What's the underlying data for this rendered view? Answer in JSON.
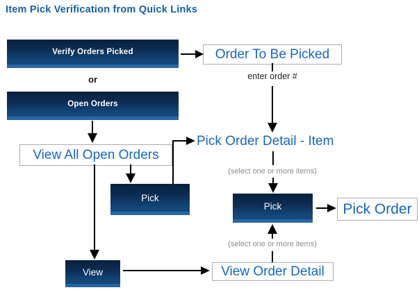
{
  "title": "Item Pick Verification from Quick Links",
  "nodes": {
    "verify_orders_picked": {
      "label": "Verify Orders Picked",
      "type": "button"
    },
    "open_orders": {
      "label": "Open Orders",
      "type": "button"
    },
    "order_to_be_picked": {
      "label": "Order To Be Picked",
      "type": "screen"
    },
    "view_all_open_orders": {
      "label": "View All Open Orders",
      "type": "screen"
    },
    "pick_order_detail_item": {
      "label": "Pick Order Detail - Item",
      "type": "screen"
    },
    "pick_left": {
      "label": "Pick",
      "type": "button"
    },
    "view": {
      "label": "View",
      "type": "button"
    },
    "pick_right": {
      "label": "Pick",
      "type": "button"
    },
    "pick_order": {
      "label": "Pick Order",
      "type": "screen"
    },
    "view_order_detail": {
      "label": "View Order Detail",
      "type": "screen"
    }
  },
  "annotations": {
    "or": "or",
    "enter_order_number": "enter order #",
    "select_items_top": "(select one or more items)",
    "select_items_bottom": "(select one or more items)"
  },
  "colors": {
    "title_blue": "#155fa8",
    "link_blue": "#1766c2",
    "button_gradient_top": "#09203e",
    "button_gradient_bottom": "#15487d",
    "button_strip": "#2766a4",
    "annotation_gray": "#8a8a8a",
    "arrow_black": "#000000"
  }
}
